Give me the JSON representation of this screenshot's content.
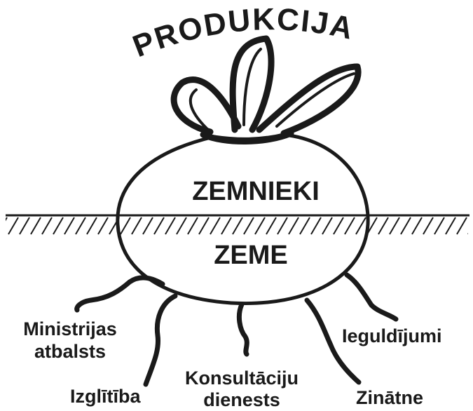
{
  "title": "PRODUKCIJA",
  "bulb_label_top": "ZEMNIEKI",
  "bulb_label_bottom": "ZEME",
  "roots": {
    "ministrijas_line1": "Ministrijas",
    "ministrijas_line2": "atbalsts",
    "izglitiba": "Izglītība",
    "konsultaciju_line1": "Konsultāciju",
    "konsultaciju_line2": "dienests",
    "ieguldijumi": "Ieguldījumi",
    "zinatne": "Zinātne"
  },
  "colors": {
    "ink": "#1a1a1a",
    "background": "#ffffff"
  }
}
